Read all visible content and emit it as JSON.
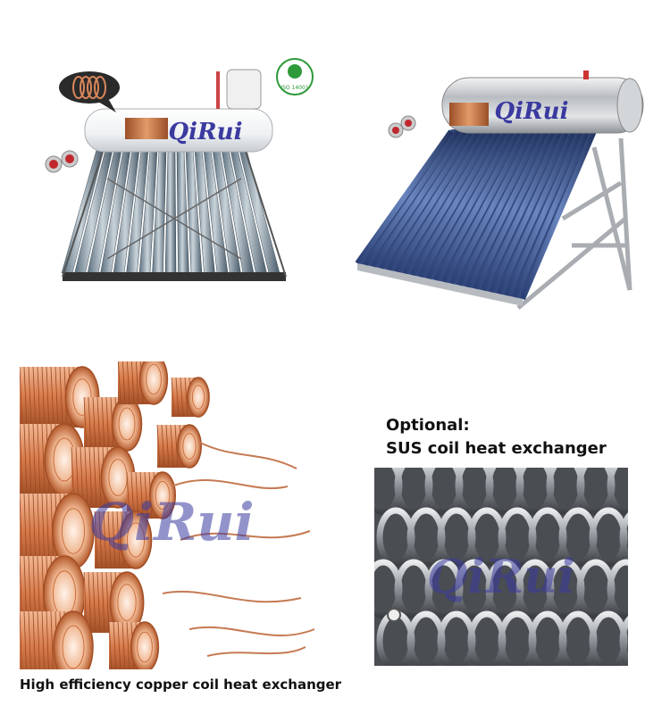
{
  "heater_left": {
    "brand": "QiRui",
    "iso_label": "ISO 14001"
  },
  "heater_right": {
    "brand": "QiRui"
  },
  "copper_photo": {
    "watermark": "QiRui",
    "caption": "High efficiency copper coil heat exchanger"
  },
  "sus_photo": {
    "watermark": "QiRui",
    "title_line1": "Optional:",
    "title_line2": "SUS coil heat exchanger"
  },
  "colors": {
    "copper": "#d9875a",
    "brand_blue": "#3a3aa0",
    "steel": "#a9adb2",
    "tube_blue": "#3f5a8f"
  }
}
